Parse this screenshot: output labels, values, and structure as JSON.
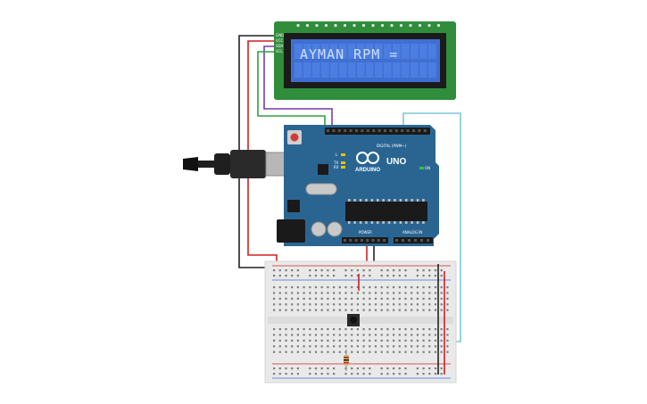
{
  "lcd": {
    "display_text": "AYMAN RPM =",
    "pins": [
      "GND",
      "VCC",
      "SDA",
      "SCL"
    ]
  },
  "arduino": {
    "brand": "ARDUINO",
    "model": "UNO",
    "header_digital": "DIGITAL (PWM~)",
    "header_power": "POWER",
    "header_analog": "ANALOG IN",
    "led_on": "ON",
    "led_tx": "TX",
    "led_rx": "RX",
    "led_l": "L"
  },
  "colors": {
    "lcd_board": "#2f8d3b",
    "lcd_screen": "#3f6fd1",
    "arduino_board": "#2a6592",
    "breadboard": "#e9e9e9",
    "wire_black": "#222222",
    "wire_red": "#d22020",
    "wire_purple": "#7a3aa8",
    "wire_green": "#2ea043",
    "wire_cyan": "#7cc8d6"
  }
}
